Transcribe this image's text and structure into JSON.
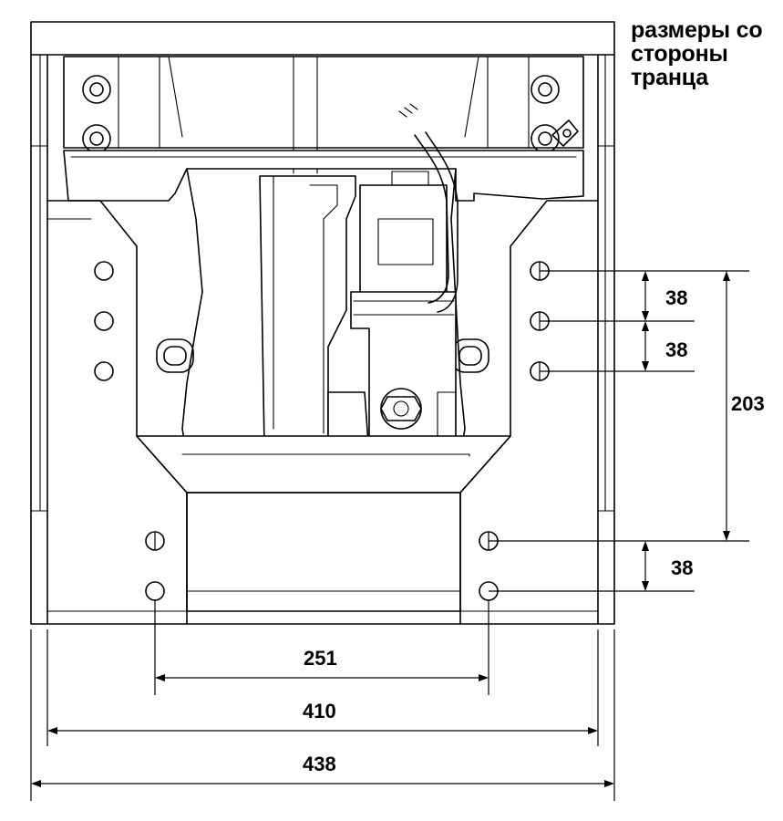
{
  "caption": {
    "line1": "размеры со",
    "line2": "стороны",
    "line3": "транца"
  },
  "dimensions": {
    "hole_spacing_upper_a": "38",
    "hole_spacing_upper_b": "38",
    "hole_span_vertical": "203",
    "hole_spacing_lower": "38",
    "lower_hole_width": "251",
    "inner_width": "410",
    "overall_width": "438"
  }
}
